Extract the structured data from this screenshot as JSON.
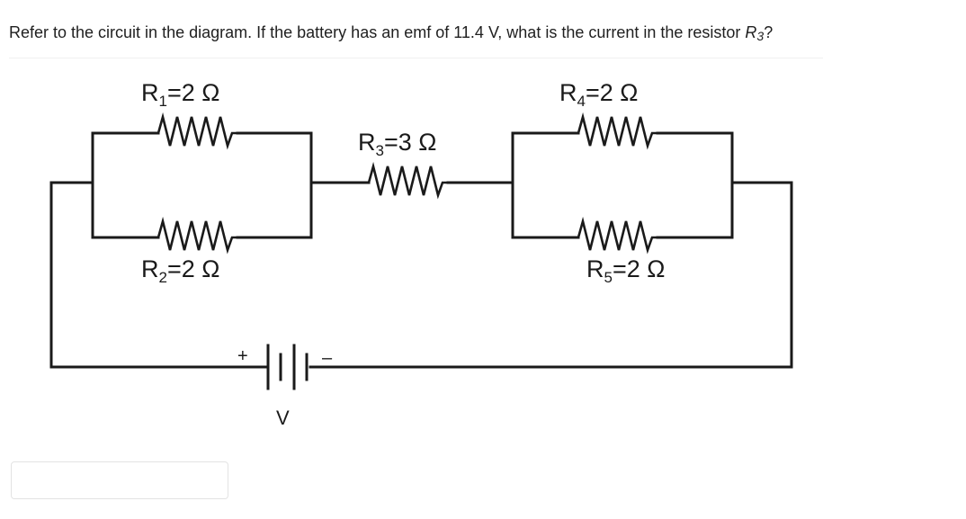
{
  "question": {
    "text": "Refer to the circuit in the diagram. If the battery has an emf of 11.4 V, what is the current in the resistor ",
    "resistor_letter": "R",
    "resistor_sub": "3",
    "end": "?"
  },
  "circuit": {
    "resistors": [
      {
        "id": "R1",
        "letter": "R",
        "sub": "1",
        "value": "=2 Ω"
      },
      {
        "id": "R2",
        "letter": "R",
        "sub": "2",
        "value": "=2 Ω"
      },
      {
        "id": "R3",
        "letter": "R",
        "sub": "3",
        "value": "=3 Ω"
      },
      {
        "id": "R4",
        "letter": "R",
        "sub": "4",
        "value": "=2 Ω"
      },
      {
        "id": "R5",
        "letter": "R",
        "sub": "5",
        "value": "=2 Ω"
      }
    ],
    "battery": {
      "positive": "+",
      "negative": "–",
      "label": "V"
    }
  },
  "answer": {
    "value": "",
    "placeholder": ""
  }
}
